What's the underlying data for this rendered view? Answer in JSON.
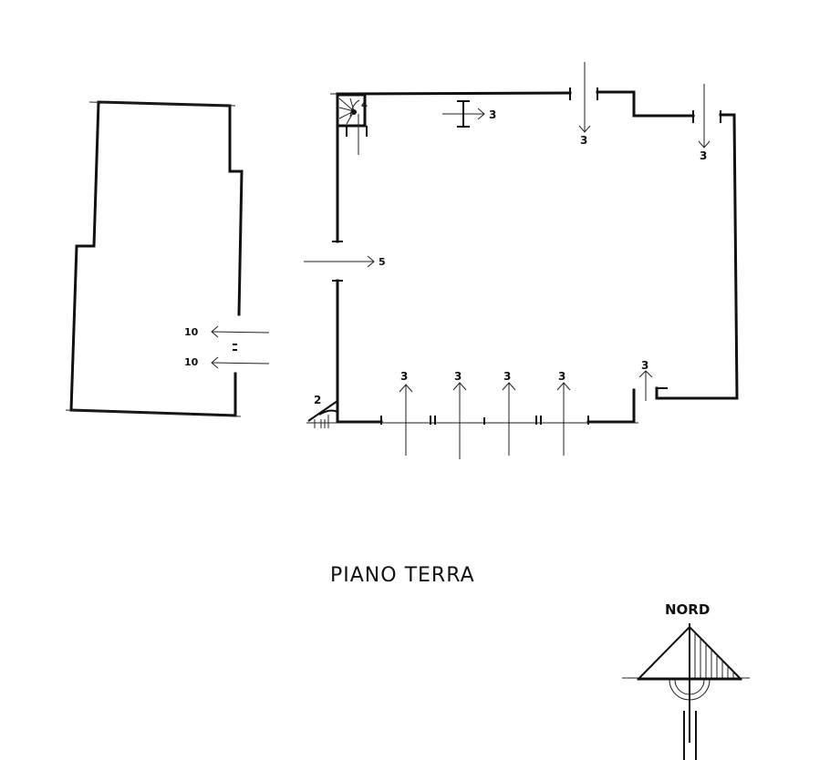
{
  "title": "PIANO TERRA",
  "north_label": "NORD",
  "labels": {
    "top_stair": "4",
    "bottom_stair": "2",
    "arrow_top_inner": "3",
    "arrow_top_mid": "3",
    "arrow_top_right": "3",
    "arrow_left_entry": "5",
    "arrow_west_1": "10",
    "arrow_west_2": "10",
    "arrow_bottom_1": "3",
    "arrow_bottom_2": "3",
    "arrow_bottom_3": "3",
    "arrow_bottom_4": "3",
    "arrow_bottom_right": "3"
  }
}
